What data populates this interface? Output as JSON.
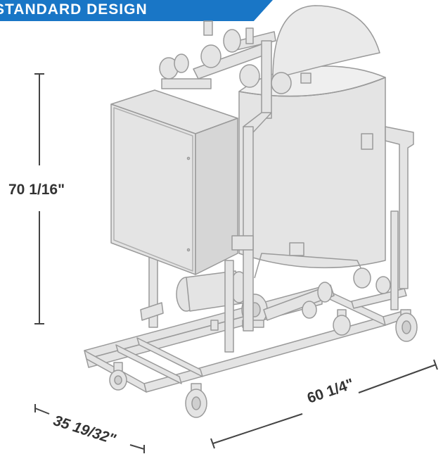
{
  "banner": {
    "title": "STANDARD DESIGN",
    "color": "#1976c6"
  },
  "dimensions": {
    "height": "70 1/16\"",
    "length": "60 1/4\"",
    "depth": "35 19/32\""
  },
  "colors": {
    "dimension_line": "#444444",
    "equipment_fill": "#e4e4e4",
    "equipment_stroke": "#9a9a9a"
  }
}
